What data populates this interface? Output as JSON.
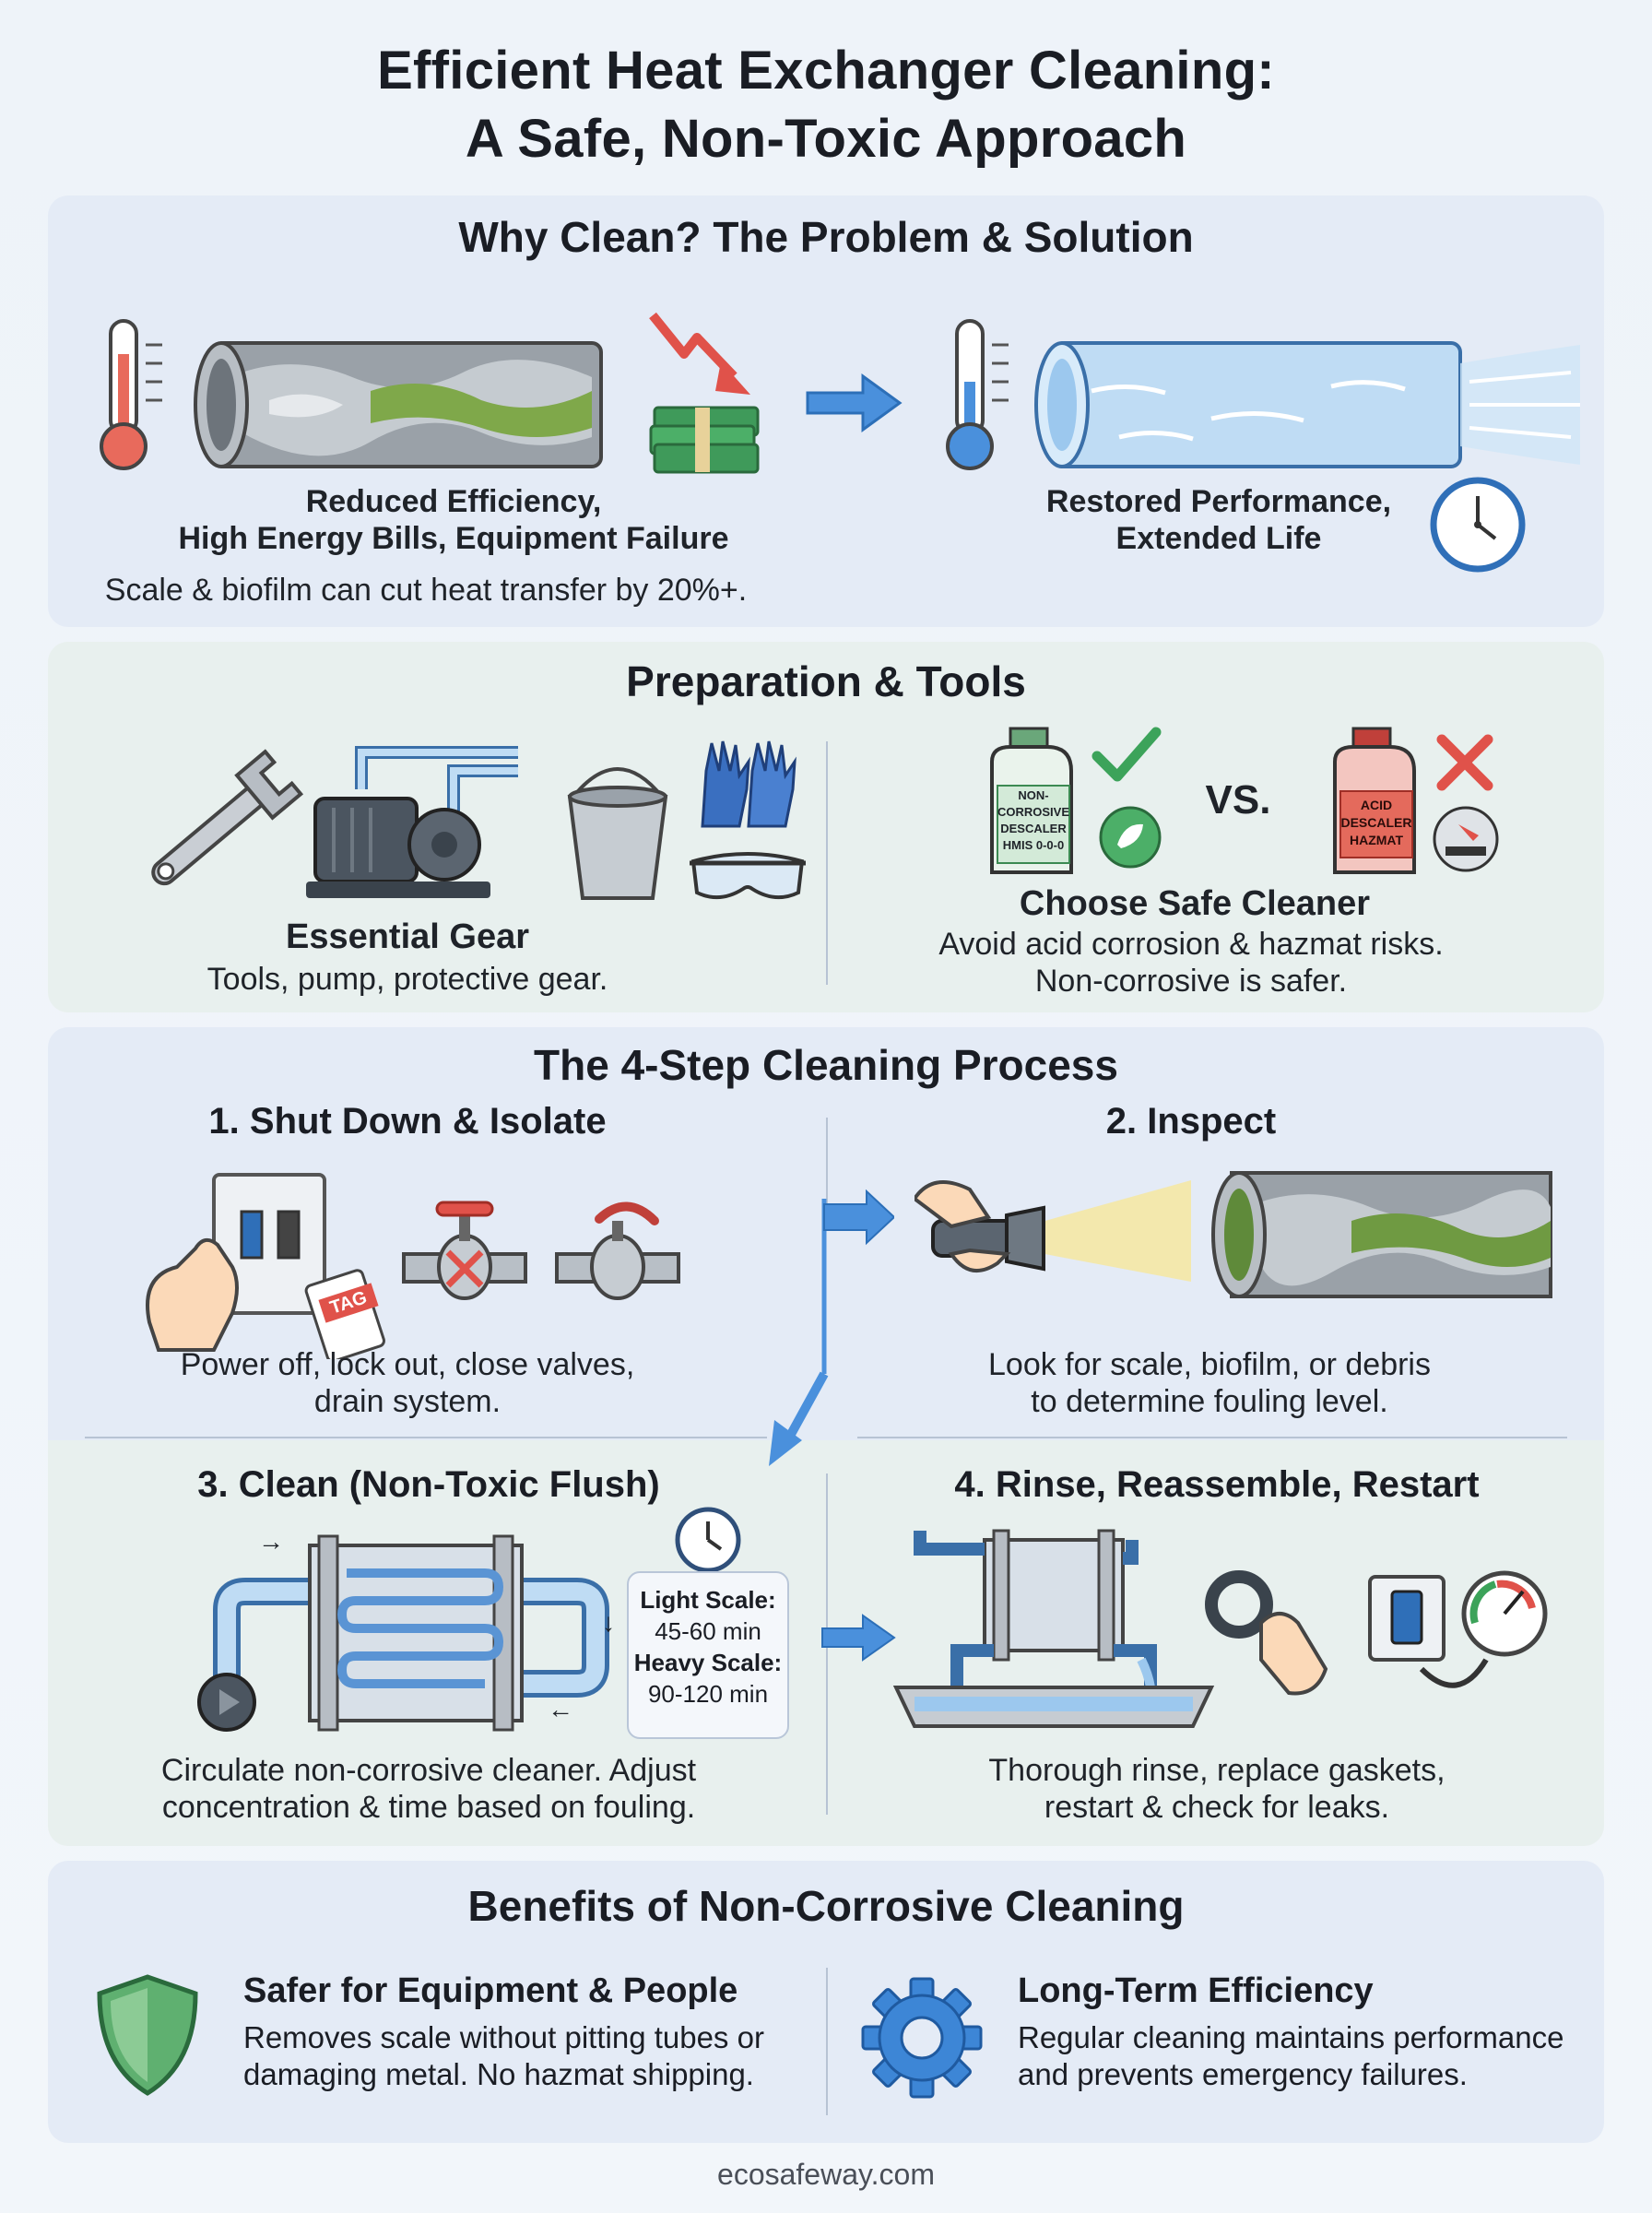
{
  "title": {
    "line1": "Efficient Heat Exchanger Cleaning:",
    "line2": "A Safe, Non-Toxic Approach"
  },
  "why": {
    "heading": "Why Clean? The Problem & Solution",
    "problem_line1": "Reduced Efficiency,",
    "problem_line2": "High Energy Bills, Equipment Failure",
    "stat": "Scale & biofilm can cut heat transfer by 20%+.",
    "solution_line1": "Restored Performance,",
    "solution_line2": "Extended Life"
  },
  "prep": {
    "heading": "Preparation & Tools",
    "gear_title": "Essential Gear",
    "gear_text": "Tools, pump, protective gear.",
    "safe_bottle_label": [
      "NON-",
      "CORROSIVE",
      "DESCALER",
      "HMIS 0-0-0"
    ],
    "vs": "VS.",
    "acid_bottle_label": [
      "ACID",
      "DESCALER",
      "HAZMAT"
    ],
    "choose_title": "Choose Safe Cleaner",
    "choose_line1": "Avoid acid corrosion & hazmat risks.",
    "choose_line2": "Non-corrosive is safer."
  },
  "process": {
    "heading": "The 4-Step Cleaning Process",
    "step1_title": "1. Shut Down & Isolate",
    "step1_line1": "Power off, lock out, close valves,",
    "step1_line2": "drain system.",
    "tag_label": "TAG",
    "step2_title": "2. Inspect",
    "step2_line1": "Look for scale, biofilm, or debris",
    "step2_line2": "to determine fouling level.",
    "step3_title": "3. Clean (Non-Toxic Flush)",
    "step3_line1": "Circulate non-corrosive cleaner. Adjust",
    "step3_line2": "concentration & time based on fouling.",
    "light_label": "Light Scale:",
    "light_time": "45-60 min",
    "heavy_label": "Heavy Scale:",
    "heavy_time": "90-120 min",
    "step4_title": "4. Rinse, Reassemble, Restart",
    "step4_line1": "Thorough rinse, replace gaskets,",
    "step4_line2": "restart & check for leaks."
  },
  "benefits": {
    "heading": "Benefits of Non-Corrosive Cleaning",
    "b1_title": "Safer for Equipment & People",
    "b1_line1": "Removes scale without pitting tubes or",
    "b1_line2": "damaging metal. No hazmat shipping.",
    "b2_title": "Long-Term Efficiency",
    "b2_line1": "Regular cleaning maintains performance",
    "b2_line2": "and prevents emergency failures."
  },
  "footer": "ecosafeway.com",
  "colors": {
    "panel_blue": "#e4ebf6",
    "panel_green": "#e8f0ee",
    "accent_blue": "#3b82d6",
    "danger_red": "#e0524a",
    "safe_green": "#3ca35a"
  }
}
